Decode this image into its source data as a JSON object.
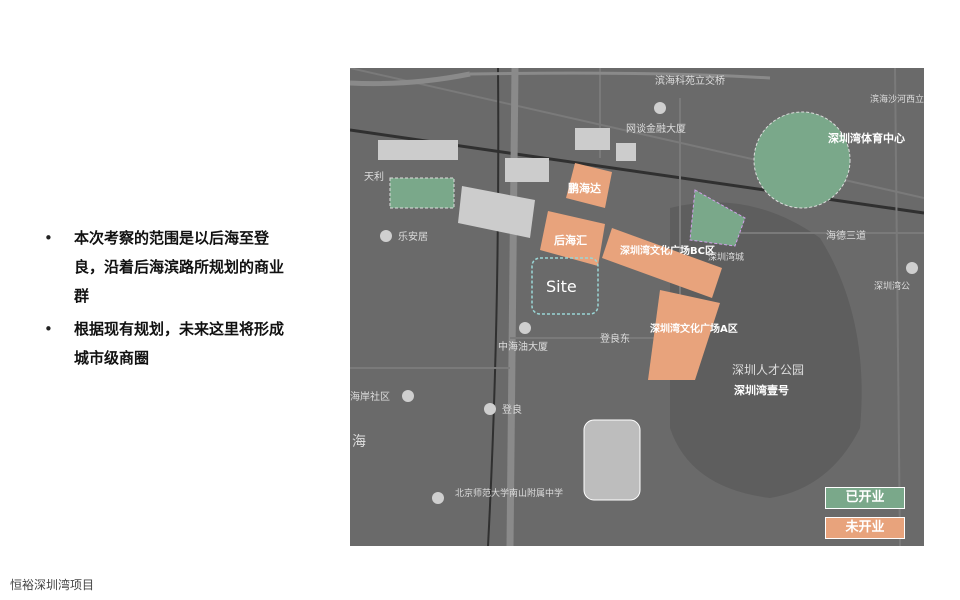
{
  "bullets": [
    "本次考察的范围是以后海至登良，沿着后海滨路所规划的商业群",
    "根据现有规划，未来这里将形成城市级商圈"
  ],
  "footer": "恒裕深圳湾项目",
  "map": {
    "place_labels": {
      "bridge": "滨海科苑立交桥",
      "east_bridge": "滨海沙河西立交桥",
      "finance": "网谈金融大厦",
      "tianli": "天利",
      "leanju": "乐安居",
      "haide": "海德三道",
      "shenzhenwan_w": "深圳湾公",
      "zhonghai": "中海油大厦",
      "dengliang_east": "登良东",
      "dengliang": "登良",
      "coast": "海岸社区",
      "sea": "海",
      "talent_park": "深圳人才公园",
      "beishida": "北京师范大学南山附属中学",
      "shenzhenwan_city": "深圳湾城"
    },
    "zones": {
      "stadium": "深圳湾体育中心",
      "penghai": "鹏海达",
      "houhaihui": "后海汇",
      "culture_bc": "深圳湾文化广场BC区",
      "culture_a": "深圳湾文化广场A区",
      "shenzhenwan_one": "深圳湾壹号",
      "site": "Site"
    },
    "legend": {
      "open": "已开业",
      "closed": "未开业"
    },
    "colors": {
      "open": "#7aa88a",
      "closed": "#e8a37c",
      "map_bg": "#6a6a6a"
    }
  }
}
